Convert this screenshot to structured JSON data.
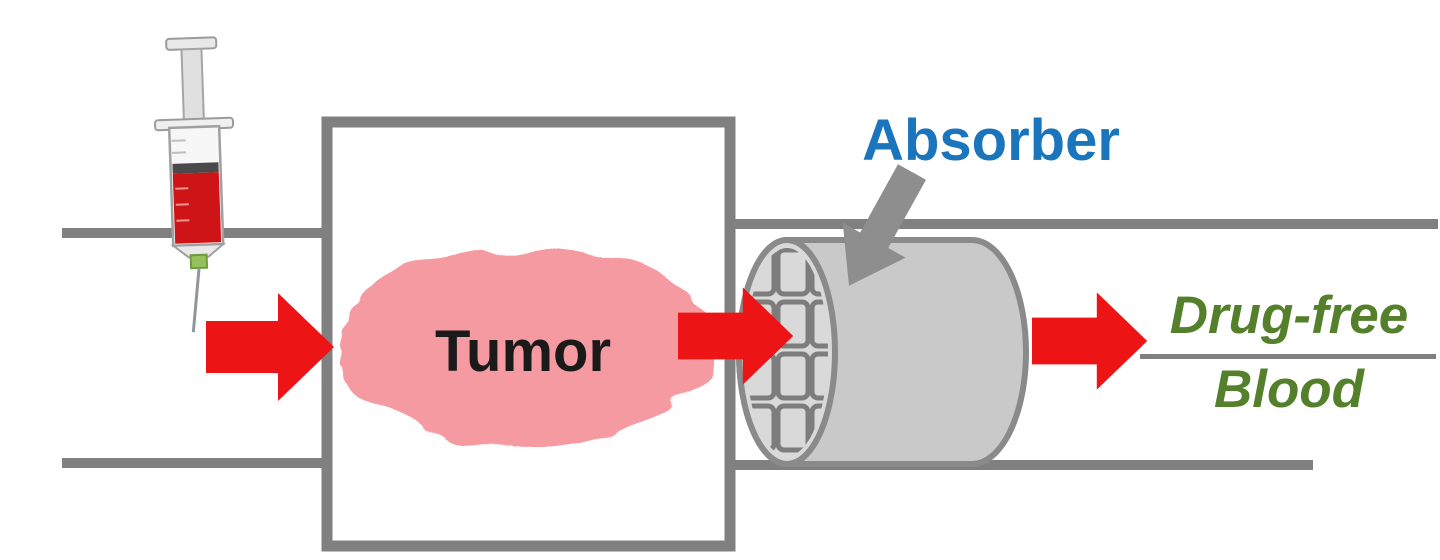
{
  "diagram": {
    "labels": {
      "tumor": "Tumor",
      "absorber": "Absorber",
      "outflow_line1": "Drug-free",
      "outflow_line2": "Blood"
    },
    "colors": {
      "vessel_gray": "#808080",
      "arrow_red": "#ec1414",
      "tumor_pink": "#f59aa1",
      "absorber_label_blue": "#1b75bc",
      "outflow_green": "#55802b",
      "cylinder_gray": "#c9c9c9",
      "cylinder_face_gray": "#d9d9d9",
      "pointer_gray": "#8e8e8e"
    },
    "icons": {
      "syringe": "syringe-icon",
      "flow_arrow": "flow-arrow-icon",
      "absorber_cylinder": "absorber-cylinder",
      "pointer_arrow": "pointer-arrow-icon"
    }
  }
}
